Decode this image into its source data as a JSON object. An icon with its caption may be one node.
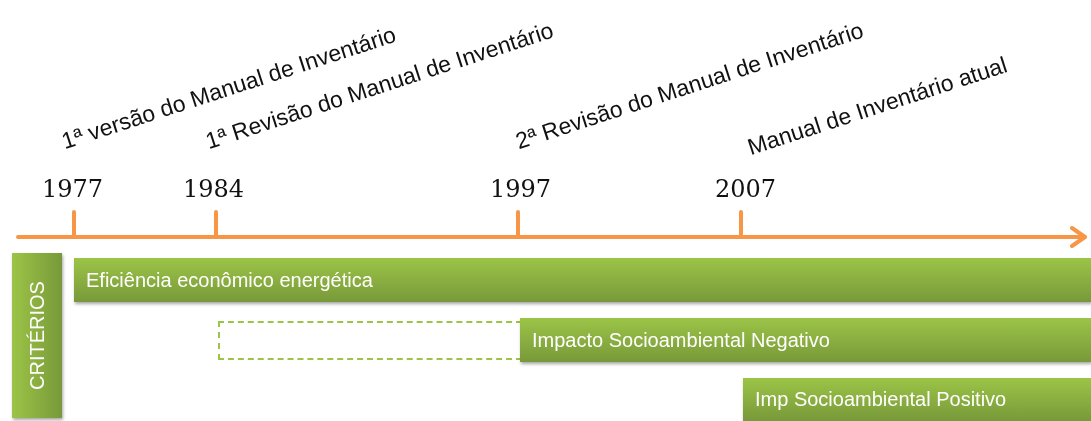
{
  "diagram": {
    "nodes": [
      {
        "text": [
          "CRITÉRIOS"
        ]
      },
      {
        "text": [
          "Eficiência econômico energética"
        ]
      },
      {
        "text": [],
        "shape": "box"
      },
      {
        "text": [
          "Impacto Socioambiental Negativo"
        ]
      },
      {
        "text": [
          "Imp Socioambiental Positivo"
        ]
      }
    ],
    "labels": [
      "1ª versão do Manual de Inventário",
      "1ª Revisão do Manual de Inventário",
      "2ª Revisão do Manual de Inventário",
      "Manual de Inventário atual",
      "1977",
      "1984",
      "1997",
      "2007"
    ]
  }
}
